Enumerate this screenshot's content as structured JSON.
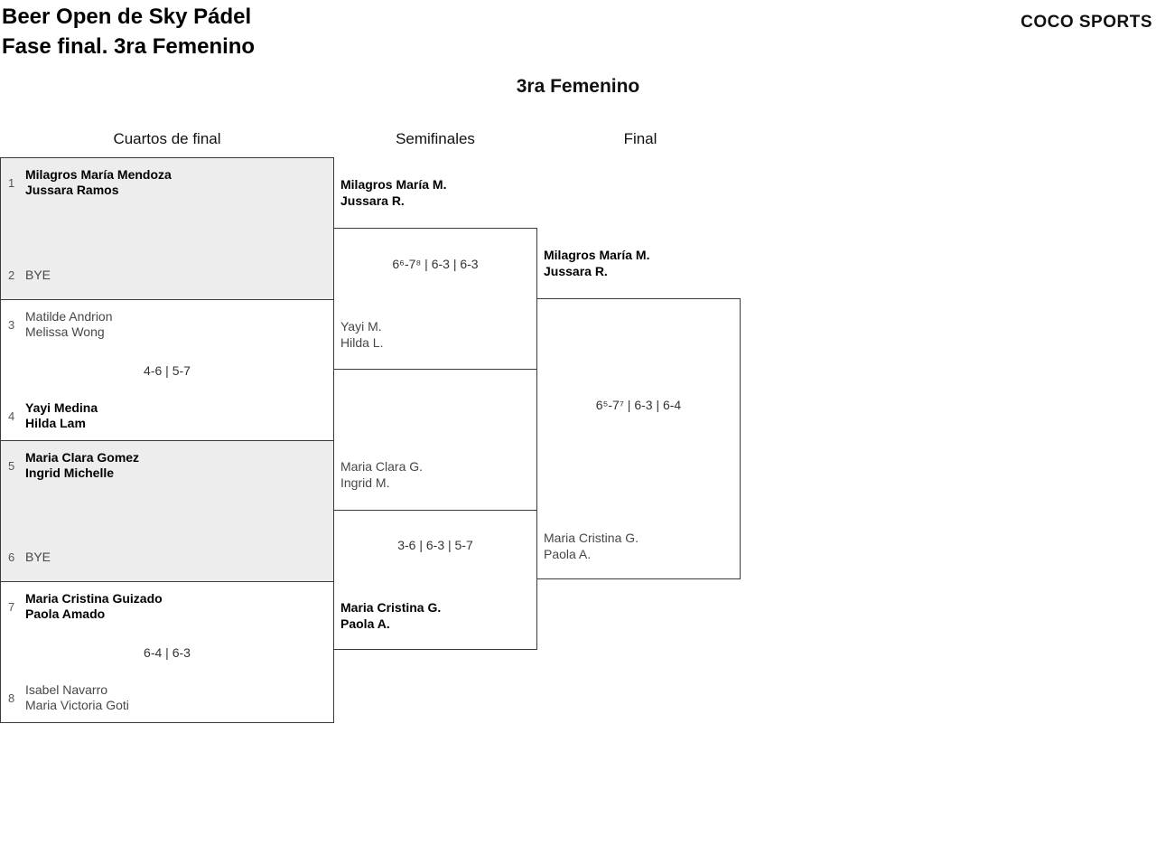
{
  "header": {
    "title_line1": "Beer Open de Sky Pádel",
    "title_line2": "Fase final. 3ra Femenino",
    "brand": "COCO SPORTS"
  },
  "category": "3ra Femenino",
  "round_headers": [
    "Cuartos de final",
    "Semifinales",
    "Final"
  ],
  "colors": {
    "winner_text": "#000000",
    "loser_text": "#474747",
    "seed_text": "#555555",
    "score_text": "#333333",
    "box_border": "#3a3a3a",
    "shaded_box_bg": "#ededed"
  },
  "quarterfinals": [
    {
      "seed_top": "1",
      "team_top": [
        "Milagros María Mendoza",
        "Jussara Ramos"
      ],
      "seed_bottom": "2",
      "team_bottom": [
        "BYE"
      ],
      "score": ""
    },
    {
      "seed_top": "3",
      "team_top": [
        "Matilde Andrion",
        "Melissa Wong"
      ],
      "seed_bottom": "4",
      "team_bottom": [
        "Yayi Medina",
        "Hilda Lam"
      ],
      "score": "4-6 | 5-7"
    },
    {
      "seed_top": "5",
      "team_top": [
        "Maria Clara Gomez",
        "Ingrid Michelle"
      ],
      "seed_bottom": "6",
      "team_bottom": [
        "BYE"
      ],
      "score": ""
    },
    {
      "seed_top": "7",
      "team_top": [
        "Maria Cristina Guizado",
        "Paola Amado"
      ],
      "seed_bottom": "8",
      "team_bottom": [
        "Isabel Navarro",
        "Maria Victoria Goti"
      ],
      "score": "6-4 | 6-3"
    }
  ],
  "semifinals": [
    {
      "team_top": [
        "Milagros María M.",
        "Jussara R."
      ],
      "score": "6⁶-7⁸ | 6-3 | 6-3",
      "team_bottom": [
        "Yayi M.",
        "Hilda L."
      ]
    },
    {
      "team_top": [
        "Maria Clara G.",
        "Ingrid M."
      ],
      "score": "3-6 | 6-3 | 5-7",
      "team_bottom": [
        "Maria Cristina G.",
        "Paola A."
      ]
    }
  ],
  "final": {
    "team_top": [
      "Milagros María M.",
      "Jussara R."
    ],
    "score": "6⁵-7⁷ | 6-3 | 6-4",
    "team_bottom": [
      "Maria Cristina G.",
      "Paola A."
    ]
  }
}
